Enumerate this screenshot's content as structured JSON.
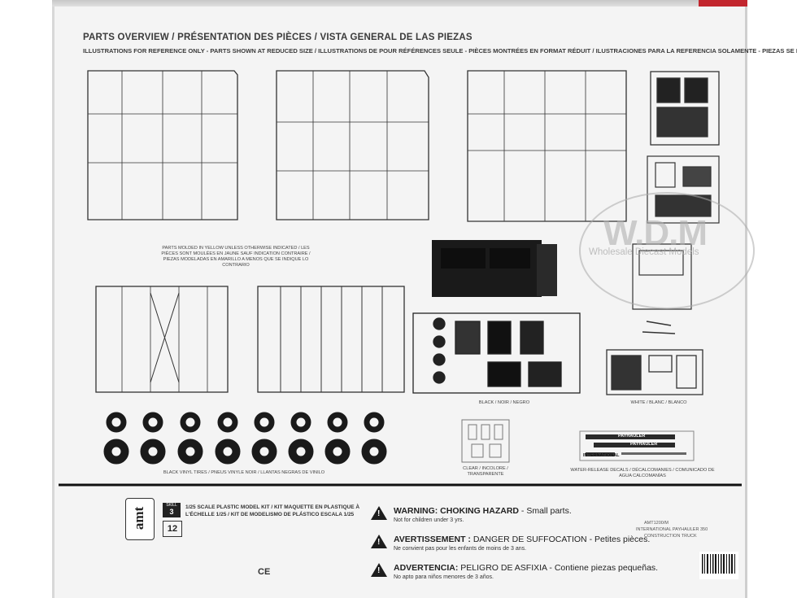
{
  "header": {
    "title": "PARTS OVERVIEW / PRÉSENTATION DES PIÈCES / VISTA GENERAL DE LAS PIEZAS",
    "subtitle": "ILLUSTRATIONS FOR REFERENCE ONLY - PARTS SHOWN AT REDUCED SIZE / ILLUSTRATIONS DE POUR RÉFÉRENCES SEULE - PIÈCES MONTRÉES EN FORMAT RÉDUIT / ILUSTRACIONES PARA LA REFERENCIA SOLAMENTE - PIEZAS SE MUESTRAN EN TAMAÑO REDUCIDO"
  },
  "captions": {
    "yellow_note": "PARTS MOLDED IN YELLOW UNLESS OTHERWISE INDICATED / LES PIÈCES SONT MOULÉES EN JAUNE SAUF INDICATION CONTRAIRE / PIEZAS MODELADAS EN AMARILLO A MENOS QUE SE INDIQUE LO CONTRARIO",
    "black": "BLACK / NOIR / NEGRO",
    "white": "WHITE / BLANC / BLANCO",
    "tires": "BLACK VINYL TIRES / PNEUS VINYLE NOIR / LLANTAS NEGRAS DE VINILO",
    "clear": "CLEAR / INCOLORE / TRANSPARENTE",
    "decals": "WATER-RELEASE DECALS / DÉCALCOMANIES / COMUNICADO DE AGUA CALCOMANÍAS"
  },
  "decal_labels": {
    "payhauler": "PAYHAULER",
    "payhauler2": "PAYHAULER",
    "brand": "INTERNATIONAL"
  },
  "kit": {
    "logo": "amt",
    "age_badge": "12",
    "skill_label": "SKILL",
    "skill_level": "3",
    "line1": "1/25 SCALE PLASTIC MODEL KIT / KIT MAQUETTE EN PLASTIQUE À",
    "line2": "L'ÉCHELLE 1/25 / KIT DE MODELISMO DE PLÁSTICO ESCALA 1/25",
    "ce_mark": "CE"
  },
  "warnings": [
    {
      "title": "WARNING:",
      "headline": "CHOKING HAZARD",
      "detail": "- Small parts.",
      "sub": "Not for children under 3 yrs."
    },
    {
      "title": "AVERTISSEMENT :",
      "headline": "DANGER DE SUFFOCATION",
      "detail": "- Petites pièces.",
      "sub": "Ne convient pas pour les enfants de moins de 3 ans."
    },
    {
      "title": "ADVERTENCIA:",
      "headline": "PELIGRO DE ASFIXIA",
      "detail": "- Contiene piezas pequeñas.",
      "sub": "No apto para niños menores de 3 años."
    }
  ],
  "product": {
    "code": "AMT1200/M",
    "name": "INTERNATIONAL PAYHAULER 350",
    "type": "CONSTRUCTION TRUCK"
  },
  "watermark": {
    "big": "W.D.M",
    "small": "Wholesale Diecast Models"
  },
  "colors": {
    "box": "#f4f4f4",
    "ink": "#2a2a2a",
    "accent": "#c2262e"
  }
}
